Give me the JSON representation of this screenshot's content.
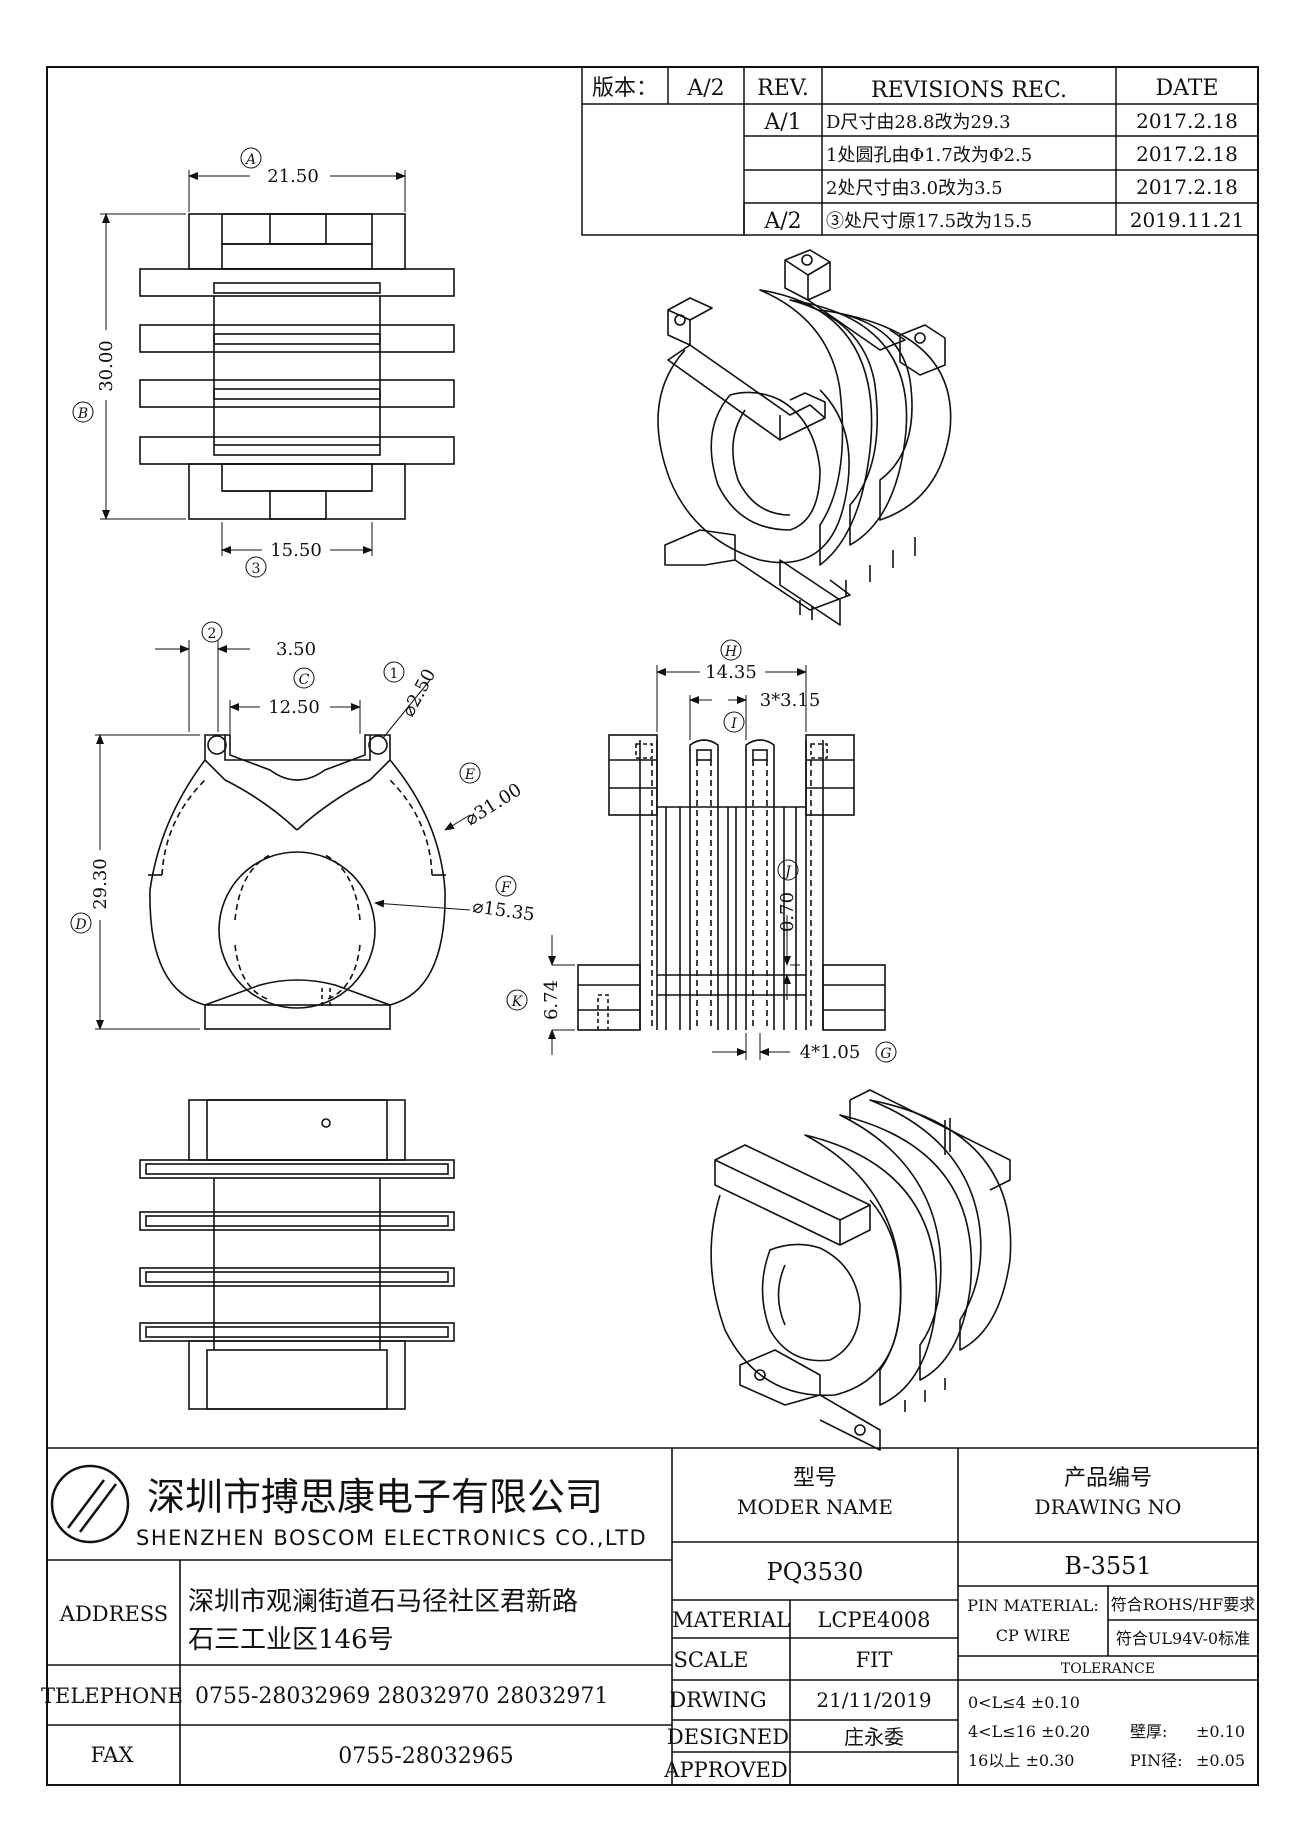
{
  "revisions": {
    "version_label": "版本：",
    "version_value": "A/2",
    "rev_header": "REV.",
    "rec_header": "REVISIONS REC.",
    "date_header": "DATE",
    "rows": [
      {
        "rev": "A/1",
        "rec": "D尺寸由28.8改为29.3",
        "date": "2017.2.18"
      },
      {
        "rev": "",
        "rec": "1处圆孔由Φ1.7改为Φ2.5",
        "date": "2017.2.18"
      },
      {
        "rev": "",
        "rec": "2处尺寸由3.0改为3.5",
        "date": "2017.2.18"
      },
      {
        "rev": "A/2",
        "rec": "③处尺寸原17.5改为15.5",
        "date": "2019.11.21"
      }
    ]
  },
  "drawing": {
    "top_view": {
      "width_label": "21.50",
      "width_marker": "A",
      "height_label": "30.00",
      "height_marker": "B",
      "bottom_label": "15.50",
      "bottom_marker": "3"
    },
    "front_view": {
      "dim_2": "3.50",
      "marker_2": "2",
      "dim_c": "12.50",
      "marker_c": "C",
      "dim_1": "⌀2.50",
      "marker_1": "1",
      "dim_e": "⌀31.00",
      "marker_e": "E",
      "dim_f": "⌀15.35",
      "marker_f": "F",
      "dim_d": "29.30",
      "marker_d": "D"
    },
    "side_view": {
      "dim_h": "14.35",
      "marker_h": "H",
      "dim_i": "3*3.15",
      "marker_i": "I",
      "dim_j": "0.70",
      "marker_j": "J",
      "dim_k": "6.74",
      "marker_k": "K",
      "dim_g": "4*1.05",
      "marker_g": "G"
    }
  },
  "title_block": {
    "company_cn": "深圳市搏思康电子有限公司",
    "company_en": "SHENZHEN BOSCOM ELECTRONICS CO.,LTD",
    "address_label": "ADDRESS",
    "address_line1": "深圳市观澜街道石马径社区君新路",
    "address_line2": "石三工业区146号",
    "telephone_label": "TELEPHONE",
    "telephone": "0755-28032969 28032970 28032971",
    "fax_label": "FAX",
    "fax": "0755-28032965",
    "model_cn": "型号",
    "model_en": "MODER NAME",
    "model_value": "PQ3530",
    "drawing_no_cn": "产品编号",
    "drawing_no_en": "DRAWING NO",
    "drawing_no_value": "B-3551",
    "material_label": "MATERIAL",
    "material_value": "LCPE4008",
    "scale_label": "SCALE",
    "scale_value": "FIT",
    "drawing_label": "DRWING",
    "drawing_date": "21/11/2019",
    "designed_label": "DESIGNED",
    "designer": "庄永委",
    "approved_label": "APPROVED",
    "approved_value": "",
    "pin_material_label": "PIN MATERIAL:",
    "pin_material_value": "CP WIRE",
    "rohs": "符合ROHS/HF要求",
    "ul": "符合UL94V-0标准",
    "tolerance_label": "TOLERANCE",
    "tol1": "0<L≤4 ±0.10",
    "tol2": "4<L≤16 ±0.20",
    "tol3": "16以上   ±0.30",
    "wall_label": "壁厚:",
    "wall_value": "±0.10",
    "pin_dia_label": "PIN径:",
    "pin_dia_value": "±0.05"
  }
}
